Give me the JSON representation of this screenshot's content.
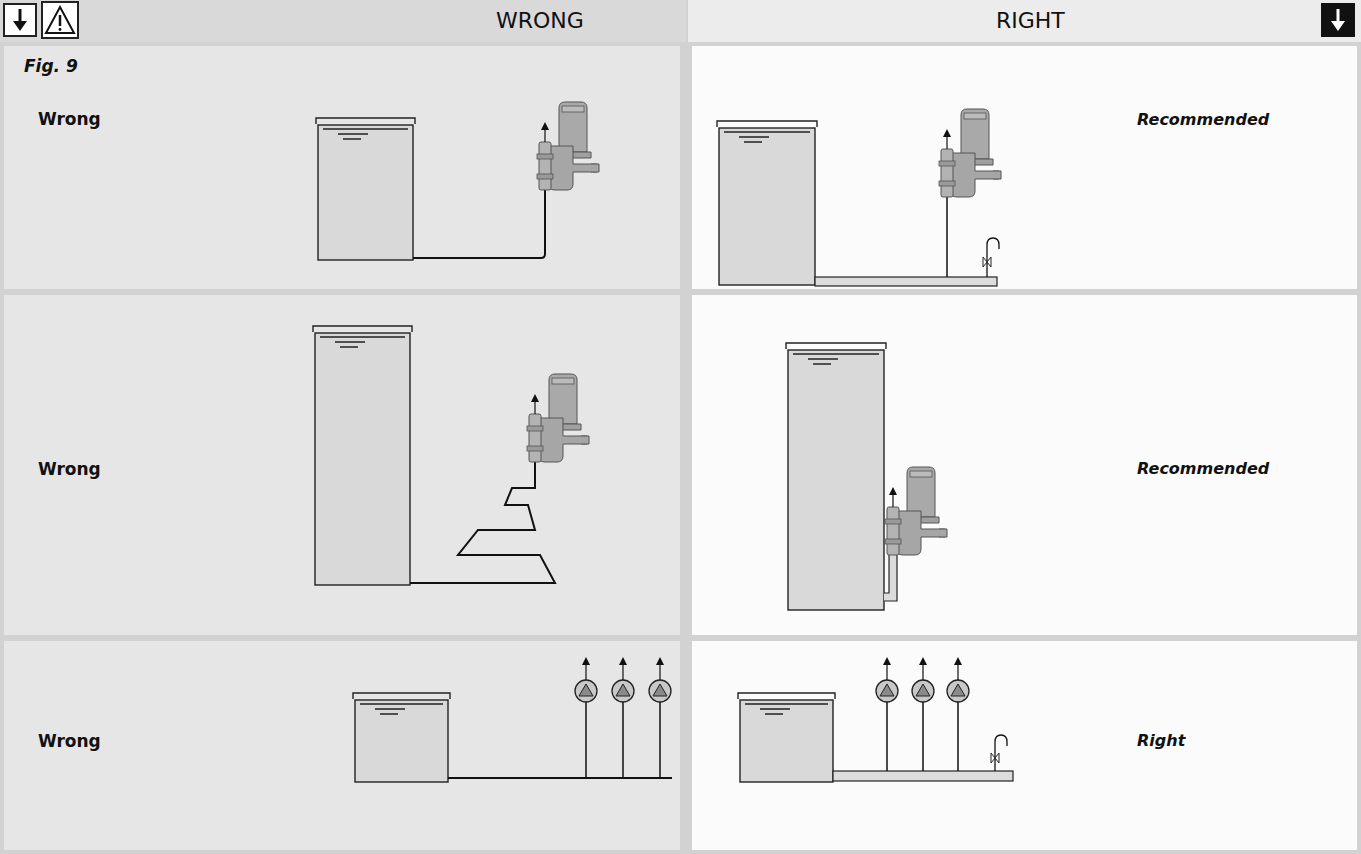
{
  "diagram": {
    "nodes": [
      {
        "text": [
          "WRONG"
        ]
      },
      {
        "text": [
          "RIGHT"
        ]
      },
      {
        "text": [
          "Fig. 9",
          "Wrong"
        ]
      },
      {
        "text": [
          "Recommended"
        ]
      },
      {
        "text": [
          "Wrong"
        ]
      },
      {
        "text": [
          "Recommended"
        ]
      },
      {
        "text": [
          "Wrong"
        ]
      },
      {
        "text": [
          "Right"
        ]
      }
    ]
  }
}
